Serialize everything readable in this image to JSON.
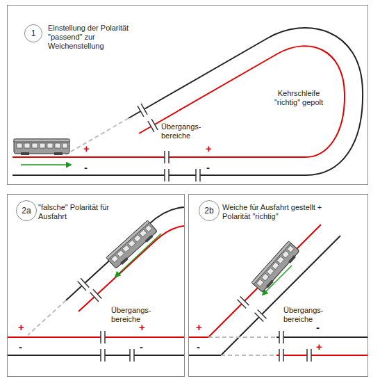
{
  "diagram": {
    "nodes": [
      {
        "text": [
          "Einstellung der Polarität \"passend\" zur Weichenstellung"
        ]
      },
      {
        "text": [
          "1"
        ],
        "in": 0
      },
      {
        "text": [
          "\"falsche\" Polarität für Ausfahrt"
        ]
      },
      {
        "text": [
          "2a"
        ],
        "in": 2
      },
      {
        "text": [
          "Weiche für Ausfahrt gestellt + Polarität \"richtig\""
        ]
      },
      {
        "text": [
          "2b"
        ],
        "in": 4
      }
    ],
    "labels": [
      "Kehrschleife \"richtig\" gepolt",
      "Übergangs- bereiche",
      "+",
      "-",
      "+",
      "-",
      "Übergangs- bereiche",
      "+",
      "-",
      "+",
      "-",
      "Übergangs- bereiche",
      "+",
      "-",
      "-",
      "+"
    ]
  }
}
